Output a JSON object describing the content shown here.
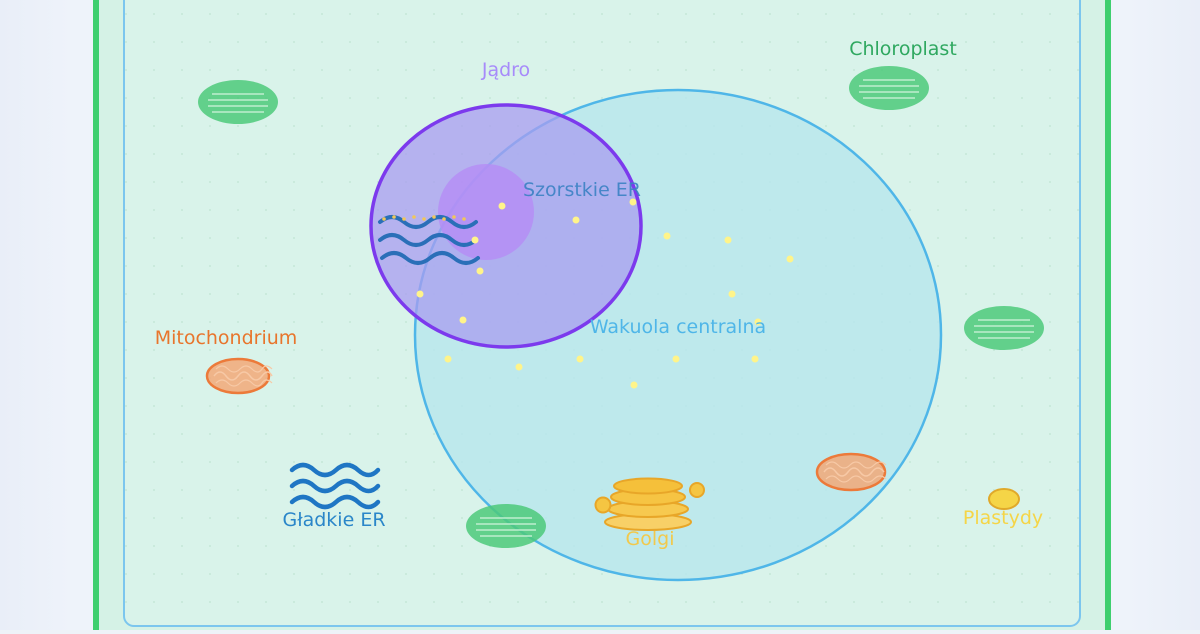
{
  "labels": {
    "nucleus": "Jądro",
    "rough_er": "Szorstkie ER",
    "vacuole": "Wakuola centralna",
    "mitochondrium": "Mitochondrium",
    "smooth_er": "Gładkie ER",
    "golgi": "Golgi",
    "chloroplast": "Chloroplast",
    "plastids": "Plastydy"
  },
  "colors": {
    "cell_wall": "#3ecf6e",
    "membrane": "#7cc6ee",
    "cytoplasm": "#d9f3ea",
    "nucleus_stroke": "#7c3aed",
    "nucleus_fill": "#b6a6f0",
    "vacuole_stroke": "#4fb6e8",
    "vacuole_fill": "#b8e6ec",
    "chloroplast": "#4cc97a",
    "mitochondrium": "#f08a4b",
    "golgi": "#f5c542",
    "er": "#2a86c9",
    "plastid": "#f5d547",
    "ribosome": "#fff48a"
  }
}
